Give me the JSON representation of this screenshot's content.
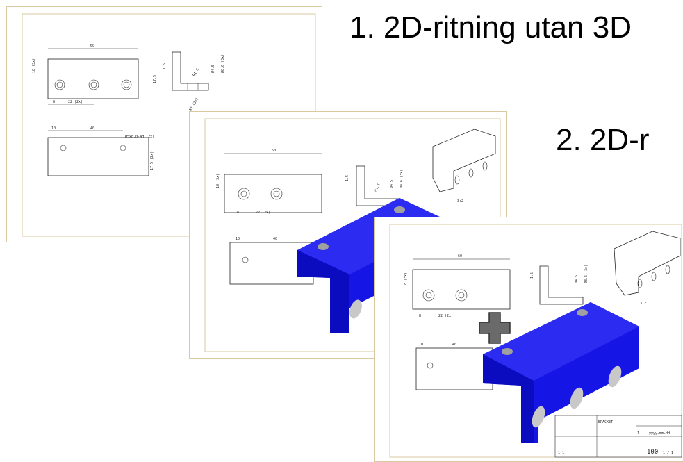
{
  "headings": {
    "item1": "1. 2D-ritning utan 3D",
    "item2": "2. 2D-r"
  },
  "sheet1": {
    "dims": {
      "width": "60",
      "height": "18 (3x)",
      "hole_off": "8",
      "pitch": "22 (2x)",
      "bottom_off": "10",
      "bottom_w": "40",
      "hole_note": "Ø5x8.0-4H (2x)",
      "right_h": "17.5 (2x)",
      "side_a": "1.5",
      "side_b": "17.5",
      "side_c": "R1.5",
      "side_d": "Ø4.5",
      "side_e": "Ø8.6 (3x)",
      "side_f": "R2 (3x)"
    }
  },
  "sheet2": {
    "dims": {
      "width": "60",
      "height": "18 (3x)",
      "hole_off": "8",
      "pitch": "22 (2x)",
      "bottom_off": "10",
      "bottom_w": "40",
      "side_a": "1.5",
      "side_c": "R1.5",
      "side_d": "Ø4.5",
      "side_e": "Ø8.6 (3x)"
    },
    "iso_scale": "3:2"
  },
  "sheet3": {
    "dims": {
      "width": "60",
      "height": "18 (3x)",
      "hole_off": "8",
      "pitch": "22 (2x)",
      "bottom_off": "10",
      "bottom_w": "40",
      "side_a": "1.5",
      "side_d": "Ø4.5",
      "side_e": "Ø8.6 (3x)"
    },
    "iso_scale": "3:2",
    "title_block": {
      "part_name": "BRACKET",
      "date": "yyyy-mm-dd",
      "number": "1",
      "scale": "1:1",
      "doc_no": "100",
      "sheet": "1 / 1"
    }
  },
  "colors": {
    "part_blue": "#1515e6",
    "plus_gray": "#6a6a6a",
    "frame": "#d9c9a0"
  }
}
